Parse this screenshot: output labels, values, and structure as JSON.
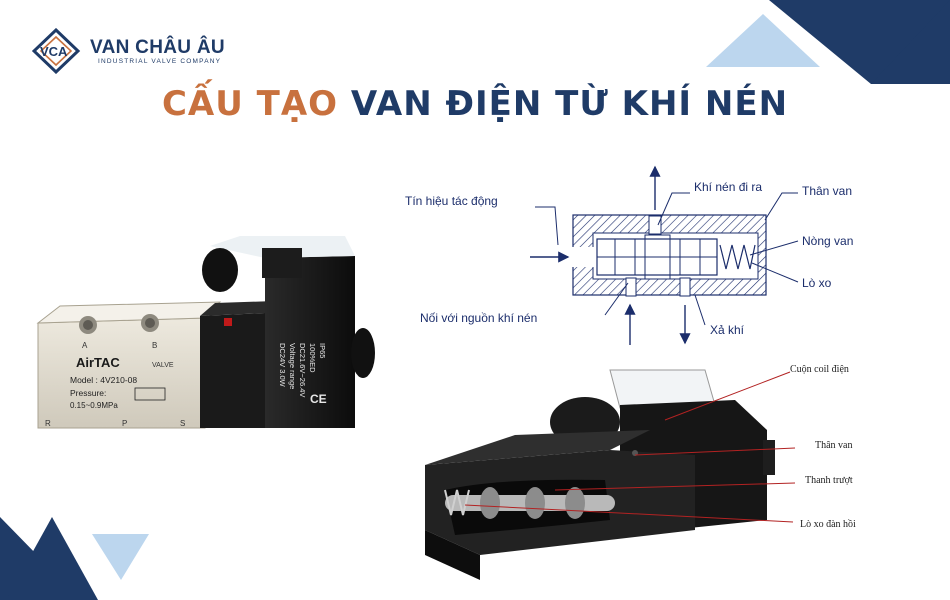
{
  "brand": {
    "name": "VAN CHÂU ÂU",
    "tagline": "INDUSTRIAL VALVE COMPANY",
    "mark": "VCA",
    "colors": {
      "navy": "#1f3b67",
      "orange": "#c8713e",
      "light_blue": "#bcd6ee"
    }
  },
  "title": {
    "part1": "CẤU TẠO",
    "part2": "VAN ĐIỆN TỪ KHÍ NÉN"
  },
  "product_photo": {
    "brand_label": "AirTAC",
    "model": "Model : 4V210-08",
    "pressure_label": "Pressure:",
    "pressure_value": "0.15~0.9MPa",
    "valve_text": "VALVE",
    "port_a": "A",
    "port_b": "B",
    "port_r": "R",
    "port_p": "P",
    "port_s": "S",
    "coil_lines": [
      "DC24V 3.0W",
      "Voltage range",
      "DC21.6V~26.4V",
      "100%ED",
      "IP65"
    ],
    "ce_mark": "CE"
  },
  "schematic_labels": {
    "signal": "Tín hiệu tác động",
    "air_out": "Khí nén đi ra",
    "body": "Thân van",
    "core": "Nòng van",
    "spring": "Lò xo",
    "air_in": "Nối với nguồn khí nén",
    "exhaust": "Xả khí"
  },
  "cutaway_labels": {
    "coil": "Cuộn coil điện",
    "body": "Thân van",
    "spool": "Thanh trượt",
    "spring": "Lò xo đàn hồi"
  }
}
